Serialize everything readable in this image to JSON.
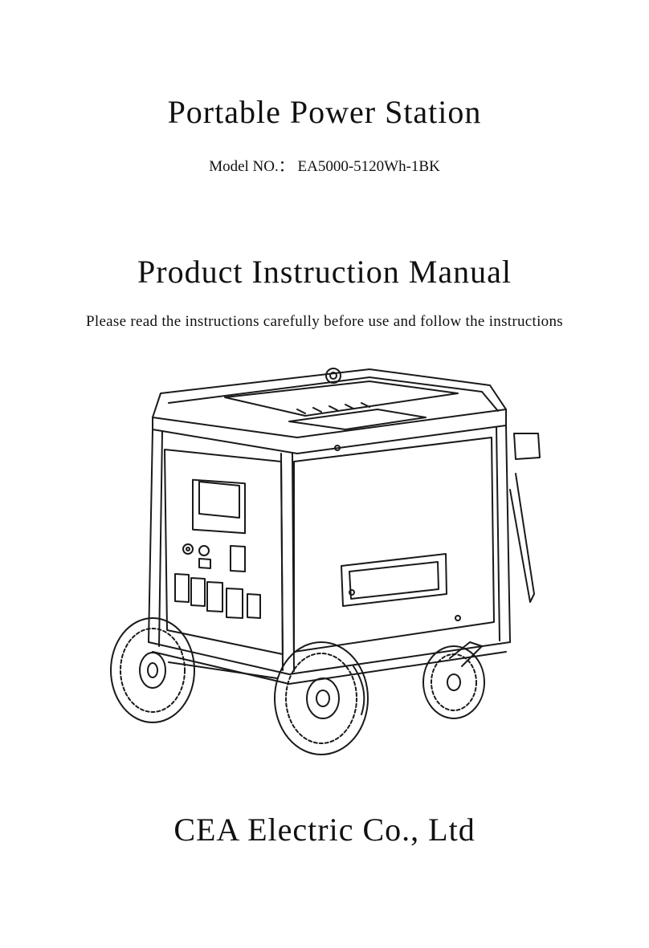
{
  "cover": {
    "title": "Portable Power Station",
    "model": "Model NO.： EA5000-5120Wh-1BK",
    "subtitle": "Product Instruction Manual",
    "note": "Please read the instructions carefully before use and follow the instructions",
    "company": "CEA Electric Co., Ltd"
  },
  "illustration": {
    "subject": "portable-power-station-on-wheels",
    "line_color": "#1a1a1a"
  }
}
